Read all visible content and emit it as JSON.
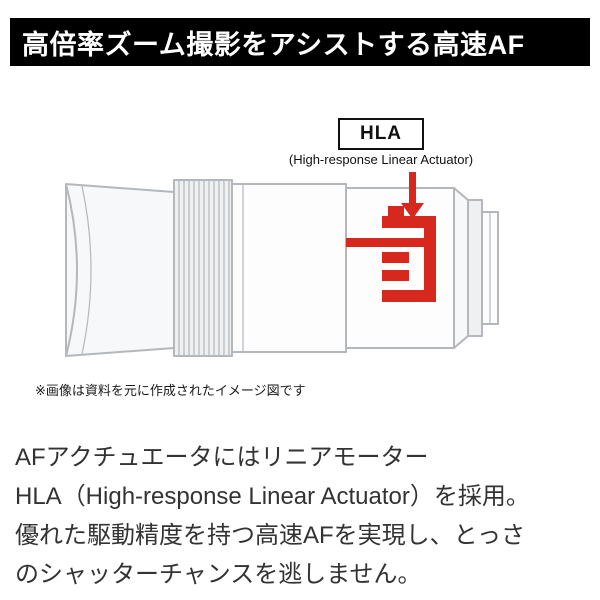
{
  "header": {
    "title": "高倍率ズーム撮影をアシストする高速AF",
    "bg_color": "#000000",
    "text_color": "#ffffff"
  },
  "figure": {
    "hla_label": "HLA",
    "hla_sublabel": "(High-response Linear Actuator)",
    "note": "※画像は資料を元に作成されたイメージ図です",
    "accent_color": "#d7281e",
    "line_color": "#b4b8bc"
  },
  "description": {
    "lines": [
      "AFアクチュエータにはリニアモーター",
      "HLA（High-response Linear Actuator）を採用。",
      "優れた駆動精度を持つ高速AFを実現し、とっさ",
      "のシャッターチャンスを逃しません。"
    ]
  }
}
